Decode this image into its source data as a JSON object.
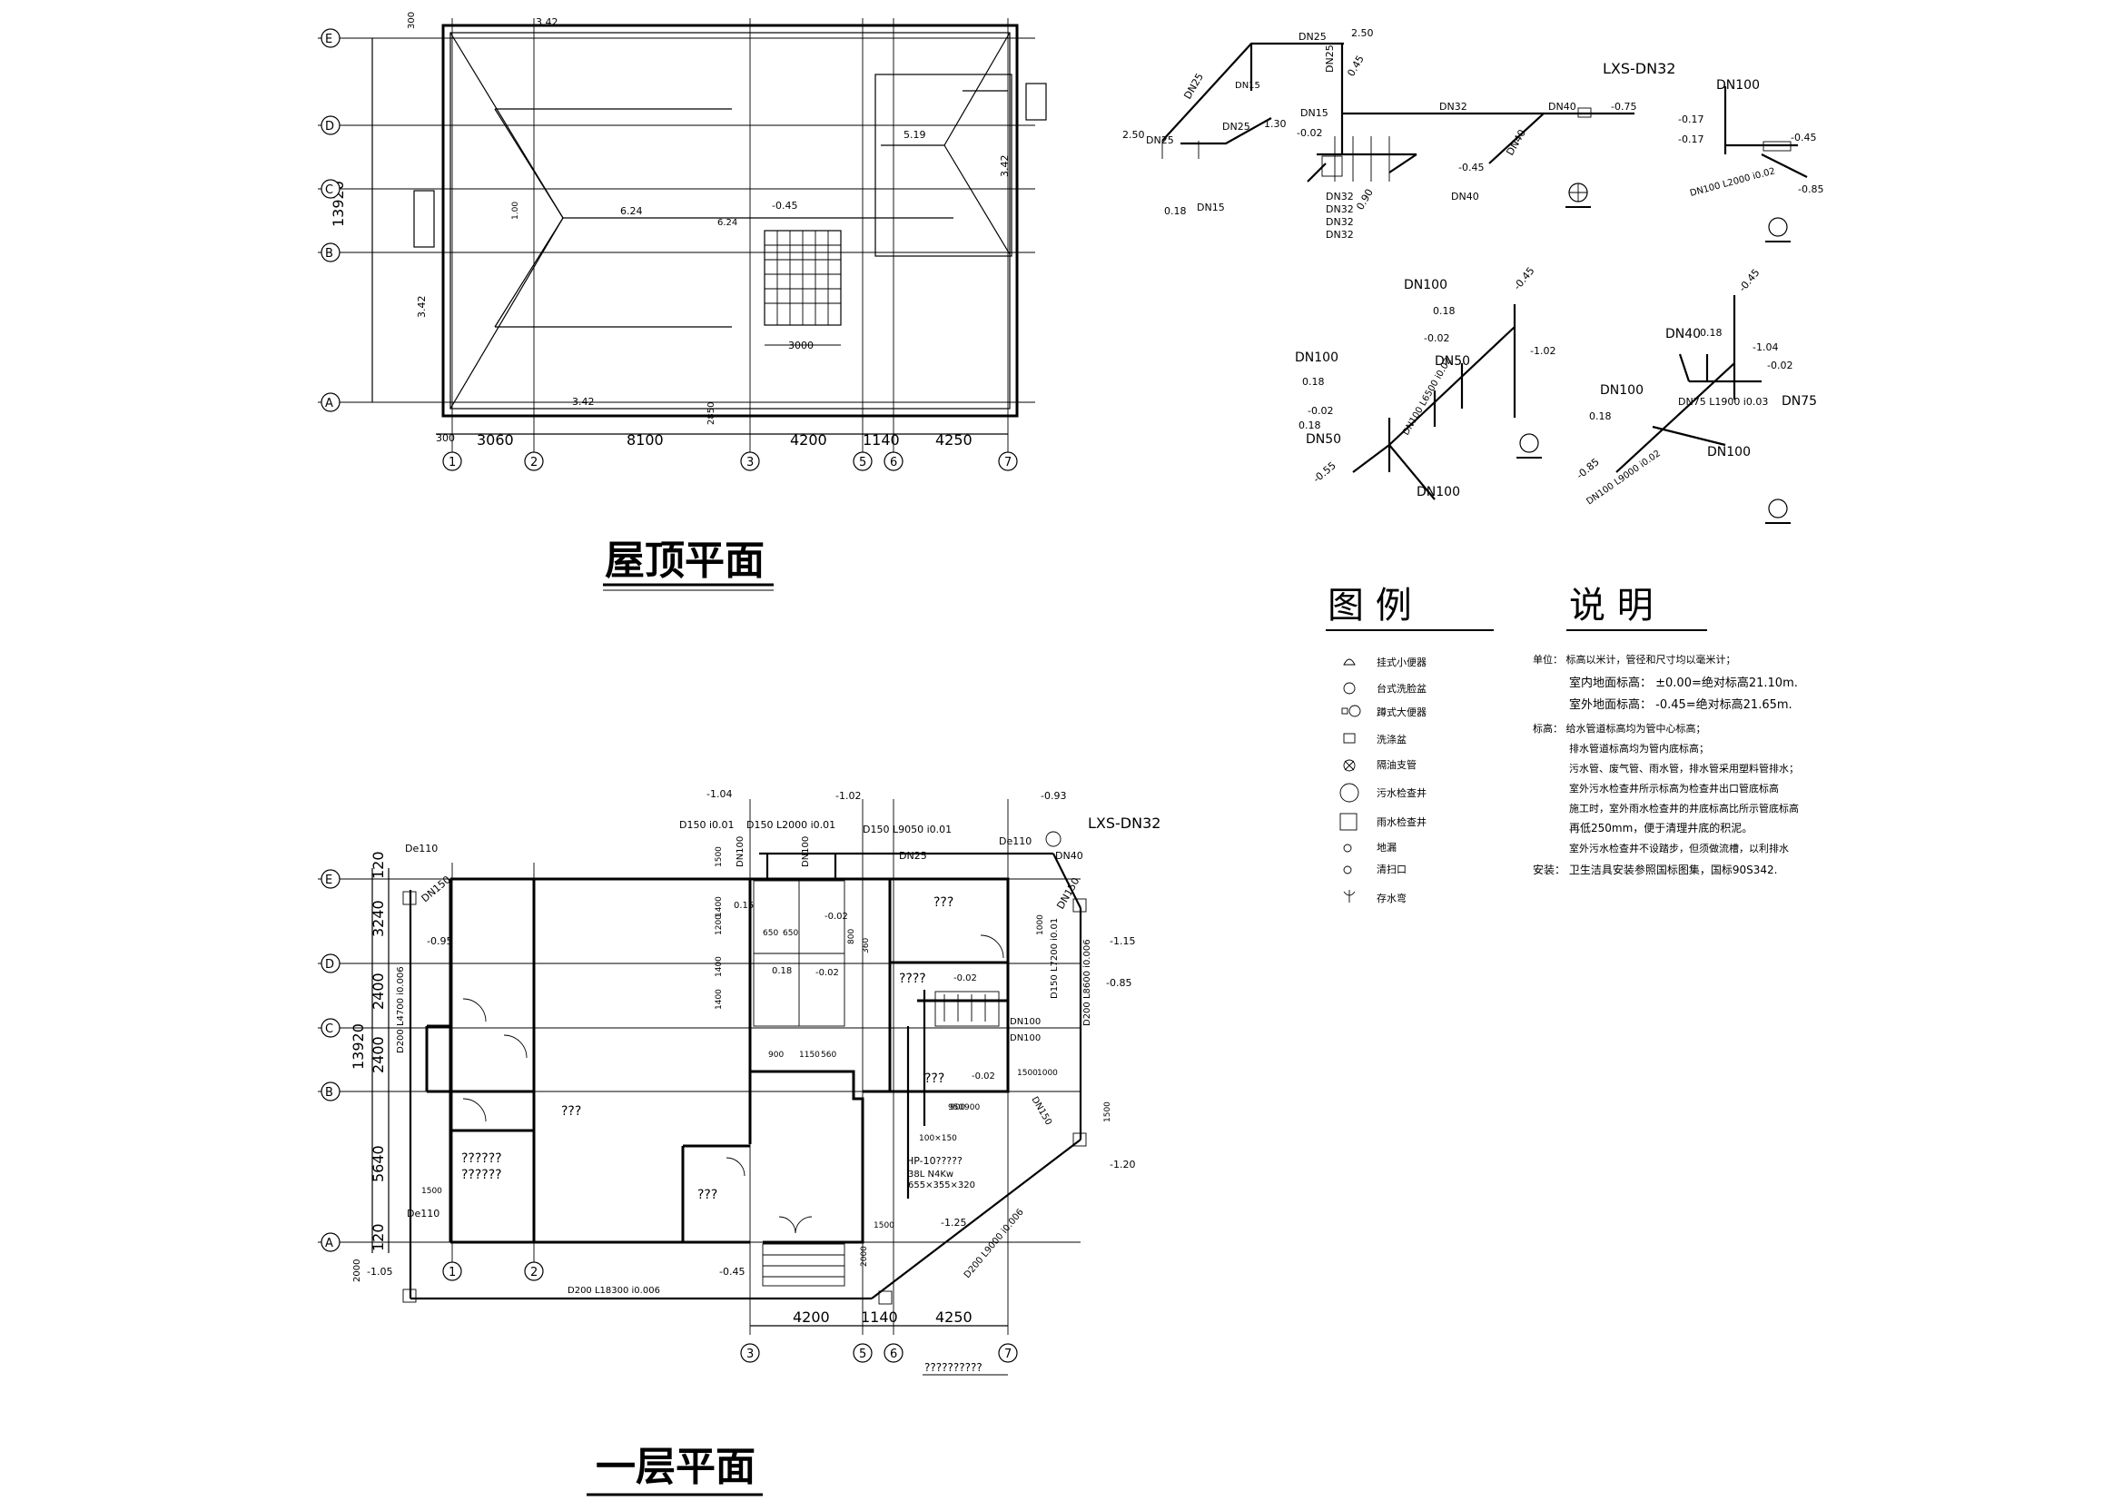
{
  "roof_plan": {
    "title": "屋顶平面",
    "grid_rows": [
      "E",
      "D",
      "C",
      "B",
      "A"
    ],
    "grid_cols": [
      "1",
      "2",
      "3",
      "5",
      "6",
      "7"
    ],
    "dims_bottom": [
      "300",
      "3060",
      "8100",
      "4200",
      "1140",
      "4250"
    ],
    "dim_total_left": "13920",
    "dim_left_small": "3.42",
    "dim_top_small": "300",
    "slopes": [
      "3.42",
      "3.42",
      "3.42",
      "5.19",
      "6.24",
      "6.24",
      "-0.45",
      "1.00"
    ],
    "skylight_width": "3000",
    "dim_mid_small": "2850"
  },
  "ground_plan": {
    "title": "一层平面",
    "grid_rows": [
      "E",
      "D",
      "C",
      "B",
      "A"
    ],
    "grid_cols": [
      "1",
      "2",
      "3",
      "5",
      "6",
      "7"
    ],
    "dims_bottom": [
      "4200",
      "1140",
      "4250"
    ],
    "dims_left": [
      "120",
      "3240",
      "2400",
      "2400",
      "5640",
      "120"
    ],
    "dim_total_left": "13920",
    "dim_left_bottom": "2000",
    "rooms": [
      "???",
      "???",
      "????",
      "???",
      "??????",
      "??????",
      "???"
    ],
    "pipe_labels": [
      "D150 i0.01",
      "D150 L2000 i0.01",
      "D150 L9050 i0.01",
      "DN25",
      "DN40",
      "De110",
      "De110",
      "De110",
      "DN150",
      "DN150",
      "DN100",
      "DN100",
      "DN150",
      "D150 L7200 i0.01",
      "D200 L8600 i0.006",
      "D200 L4700 i0.006",
      "D200 L18300 i0.006",
      "D200 L9000 i0.006",
      "DN100",
      "DN100",
      "LXS-DN32"
    ],
    "levels": [
      "-1.04",
      "-1.02",
      "-0.93",
      "-0.95",
      "-1.15",
      "-0.85",
      "-1.20",
      "-1.05",
      "-1.25",
      "-0.45",
      "-0.02",
      "-0.02",
      "-0.02",
      "0.15",
      "0.18",
      "-0.02"
    ],
    "equipment_label": "HP-10?????",
    "equipment_spec_1": "38L   N4Kw",
    "equipment_spec_2": "655×355×320",
    "note_bottom": "??????????",
    "dims_misc": [
      "1500",
      "1400",
      "1400",
      "1200",
      "1400",
      "650",
      "650",
      "360",
      "800",
      "1150",
      "560",
      "900",
      "950",
      "1000",
      "1500",
      "1000",
      "1500",
      "900",
      "900",
      "100×150",
      "1500",
      "1500",
      "2000"
    ]
  },
  "iso_diagrams": {
    "diagram_1_labels": [
      "DN25",
      "2.50",
      "DN25",
      "0.45",
      "DN15",
      "DN25",
      "DN25",
      "1.30",
      "-0.02",
      "DN15",
      "2.50",
      "DN25",
      "DN32",
      "DN40",
      "LXS-DN32",
      "-0.75",
      "DN40",
      "-0.45",
      "DN40",
      "DN32",
      "DN32",
      "DN32",
      "DN32",
      "DN15",
      "0.18",
      "0.90"
    ],
    "diagram_2_labels": [
      "DN100",
      "-0.17",
      "-0.17",
      "-0.45",
      "DN100 L2000 i0.02",
      "-0.85"
    ],
    "diagram_3_labels": [
      "DN100",
      "0.18",
      "-0.02",
      "-0.45",
      "DN100",
      "DN50",
      "-1.02",
      "0.18",
      "-0.02",
      "0.18",
      "DN50",
      "DN100 L6500 i0.02",
      "-0.55",
      "DN100"
    ],
    "diagram_4_labels": [
      "DN40",
      "0.18",
      "-0.45",
      "-1.04",
      "-0.02",
      "DN100",
      "0.18",
      "DN75 L1900 i0.03",
      "DN75",
      "-0.85",
      "DN100 L9000 i0.02",
      "DN100"
    ]
  },
  "legend": {
    "head_left": "图    例",
    "head_right": "说    明",
    "items": [
      "挂式小便器",
      "台式洗脸盆",
      "蹲式大便器",
      "洗涤盆",
      "隔油支管",
      "污水检查井",
      "雨水检查井",
      "地漏",
      "清扫口",
      "存水弯"
    ],
    "notes": [
      "单位：   标高以米计，管径和尺寸均以毫米计；",
      "室内地面标高：   ±0.00=绝对标高21.10m.",
      "室外地面标高：   -0.45=绝对标高21.65m.",
      "标高：   给水管道标高均为管中心标高；",
      "排水管道标高均为管内底标高；",
      "污水管、废气管、雨水管，排水管采用塑料管排水；",
      "室外污水检查井所示标高为检查井出口管底标高",
      "施工时，室外雨水检查井的井底标高比所示管底标高",
      "再低250mm，便于清理井底的积泥。",
      "室外污水检查井不设踏步，但须做流槽，以利排水",
      "安装：   卫生洁具安装参照国标图集，国标90S342."
    ]
  }
}
